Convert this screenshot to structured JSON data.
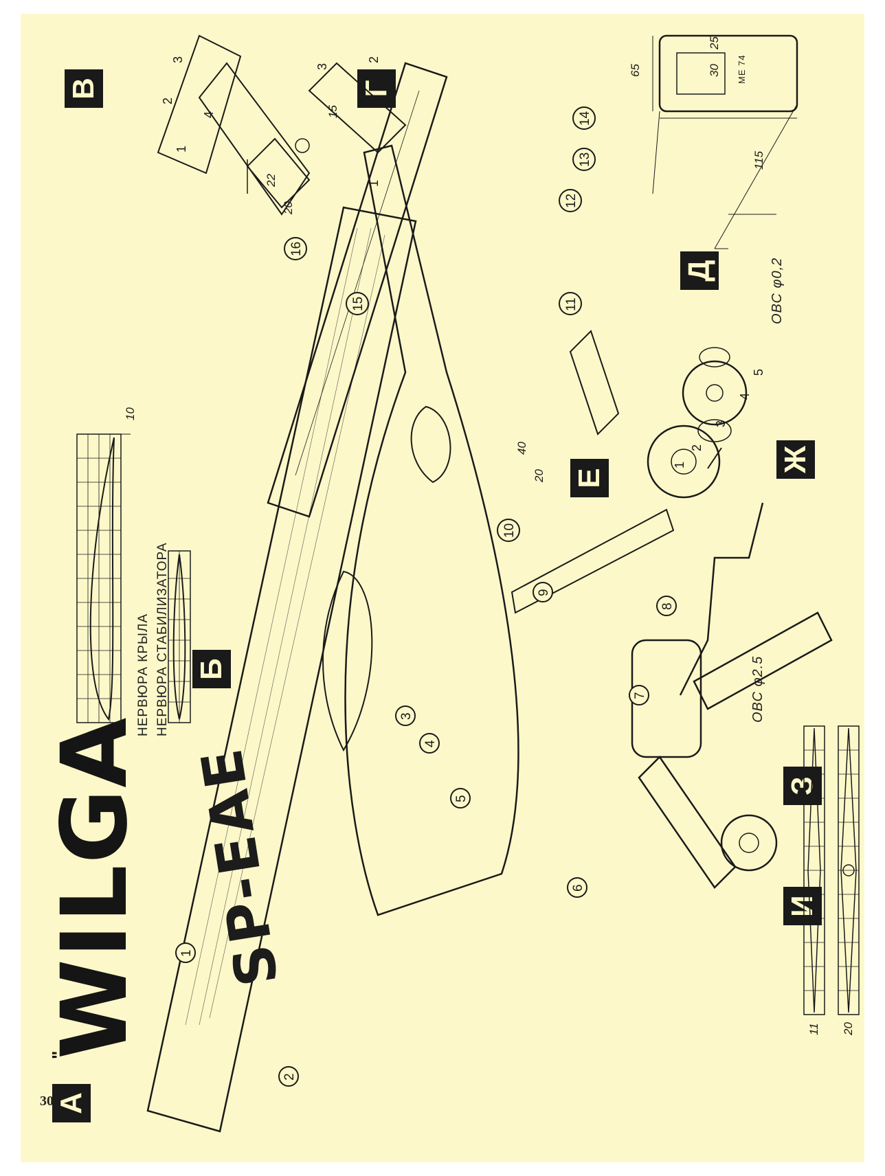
{
  "title": "WILGA",
  "title_mark": "\"",
  "page_number": "30",
  "registration": "SP-EAE",
  "fin_registration": "SP-EAE",
  "captions": {
    "wing_rib": "НЕРВЮРА КРЫЛА",
    "stabilizer_rib": "НЕРВЮРА СТАБИЛИЗАТОРА",
    "wire_25": "ОВС φ2.5",
    "wire_02": "ОВС φ0,2",
    "signature": "МЕ 74"
  },
  "section_letters": [
    "А",
    "Б",
    "В",
    "Г",
    "Д",
    "Е",
    "Ж",
    "З",
    "И"
  ],
  "callouts": [
    "1",
    "2",
    "3",
    "4",
    "5",
    "6",
    "7",
    "8",
    "9",
    "10",
    "11",
    "12",
    "13",
    "14",
    "15",
    "16"
  ],
  "small_labels": {
    "v": [
      "1",
      "2",
      "3",
      "4"
    ],
    "g": [
      "1",
      "2",
      "3"
    ],
    "zh": [
      "1",
      "2",
      "3",
      "4",
      "5"
    ]
  },
  "dimensions": {
    "rib_10": "10",
    "g_15": "15",
    "d_65": "65",
    "d_25": "25",
    "d_30": "30",
    "d_115": "115",
    "fitting_20": "20",
    "fitting_22": "22",
    "e_40": "40",
    "e_20": "20",
    "prop_11": "11",
    "prop_20": "20"
  }
}
